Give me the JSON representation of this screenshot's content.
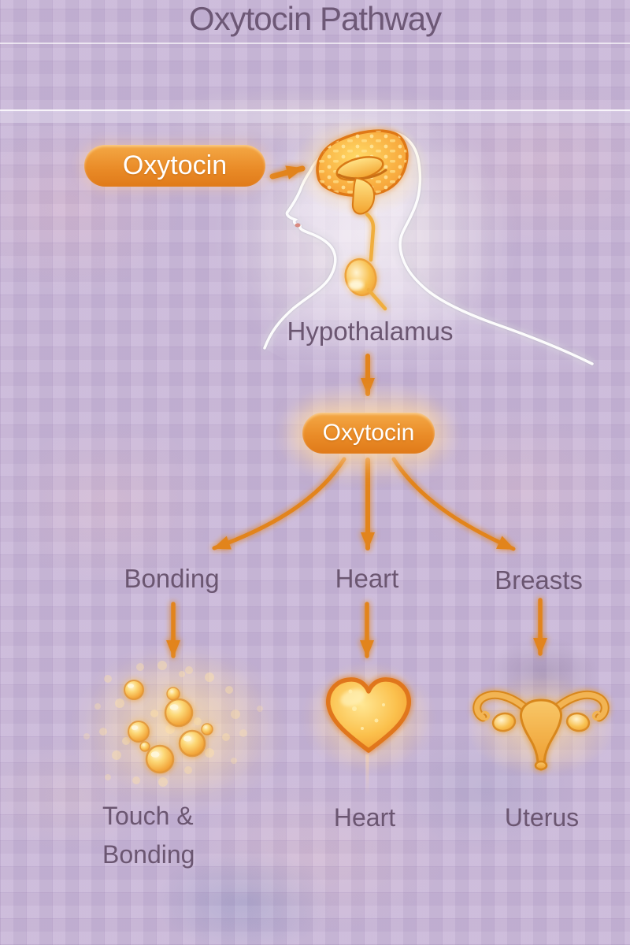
{
  "title": "Oxytocin Pathway",
  "colors": {
    "accent_orange": "#E2841C",
    "pill_orange_top": "#F4A946",
    "pill_orange_bottom": "#E07A19",
    "text_purple": "#6B5671",
    "background_lavender": "#C9B7D8",
    "glow_cream": "#FFE2AA"
  },
  "source_pill": {
    "label": "Oxytocin"
  },
  "figure": {
    "organ_label": "Hypothalamus"
  },
  "hormone_pill": {
    "label": "Oxytocin"
  },
  "branches": [
    {
      "target_label": "Bonding",
      "icon": "bonding-bubbles-icon",
      "effect_label": "Touch & Bonding",
      "effect_line1": "Touch &",
      "effect_line2": "Bonding"
    },
    {
      "target_label": "Heart",
      "icon": "heart-icon",
      "effect_label": "Heart",
      "effect_line1": "Heart",
      "effect_line2": ""
    },
    {
      "target_label": "Breasts",
      "icon": "uterus-icon",
      "effect_label": "Uterus",
      "effect_line1": "Uterus",
      "effect_line2": ""
    }
  ],
  "icons": {
    "head": "head-silhouette",
    "brain": "brain-icon",
    "gland": "pituitary-gland-icon",
    "bonding": "bonding-bubbles-icon",
    "heart": "heart-icon",
    "uterus": "uterus-icon",
    "arrows": "orange-arrow"
  }
}
